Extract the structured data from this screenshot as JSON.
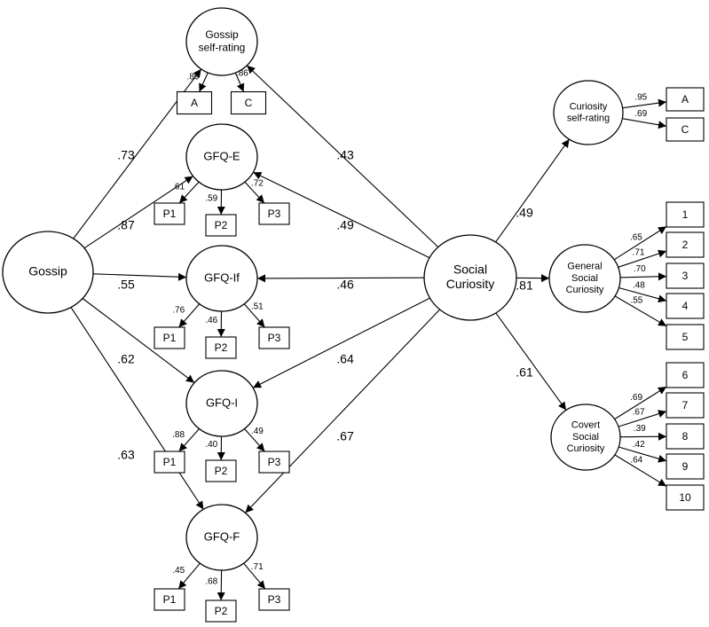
{
  "nodes": {
    "gossip": "Gossip",
    "social_curiosity": [
      "Social",
      "Curiosity"
    ],
    "gossip_self_rating": [
      "Gossip",
      "self-rating"
    ],
    "gfq_e": "GFQ-E",
    "gfq_if": "GFQ-If",
    "gfq_i": "GFQ-I",
    "gfq_f": "GFQ-F",
    "curiosity_self_rating": [
      "Curiosity",
      "self-rating"
    ],
    "general_social_curiosity": [
      "General",
      "Social",
      "Curiosity"
    ],
    "covert_social_curiosity": [
      "Covert",
      "Social",
      "Curiosity"
    ]
  },
  "indicators": {
    "gossip_self_rating": [
      "A",
      "C"
    ],
    "gfq_e": [
      "P1",
      "P2",
      "P3"
    ],
    "gfq_if": [
      "P1",
      "P2",
      "P3"
    ],
    "gfq_i": [
      "P1",
      "P2",
      "P3"
    ],
    "gfq_f": [
      "P1",
      "P2",
      "P3"
    ],
    "curiosity_self_rating": [
      "A",
      "C"
    ],
    "general_social_curiosity": [
      "1",
      "2",
      "3",
      "4",
      "5"
    ],
    "covert_social_curiosity": [
      "6",
      "7",
      "8",
      "9",
      "10"
    ]
  },
  "loadings": {
    "gossip_to_gossip_self_rating": ".73",
    "gossip_to_gfq_e": ".87",
    "gossip_to_gfq_if": ".55",
    "gossip_to_gfq_i": ".62",
    "gossip_to_gfq_f": ".63",
    "social_curiosity_to_gossip_self_rating": ".43",
    "social_curiosity_to_gfq_e": ".49",
    "social_curiosity_to_gfq_if": ".46",
    "social_curiosity_to_gfq_i": ".64",
    "social_curiosity_to_gfq_f": ".67",
    "social_curiosity_to_curiosity_self_rating": ".49",
    "social_curiosity_to_general_social_curiosity": ".81",
    "social_curiosity_to_covert_social_curiosity": ".61",
    "gossip_self_rating_items": [
      ".89",
      ".86"
    ],
    "gfq_e_items": [
      ".61",
      ".59",
      ".72"
    ],
    "gfq_if_items": [
      ".76",
      ".46",
      ".51"
    ],
    "gfq_i_items": [
      ".88",
      ".40",
      ".49"
    ],
    "gfq_f_items": [
      ".45",
      ".68",
      ".71"
    ],
    "curiosity_self_rating_items": [
      ".95",
      ".69"
    ],
    "general_social_curiosity_items": [
      ".65",
      ".71",
      ".70",
      ".48",
      ".55"
    ],
    "covert_social_curiosity_items": [
      ".69",
      ".67",
      ".39",
      ".42",
      ".64"
    ]
  }
}
